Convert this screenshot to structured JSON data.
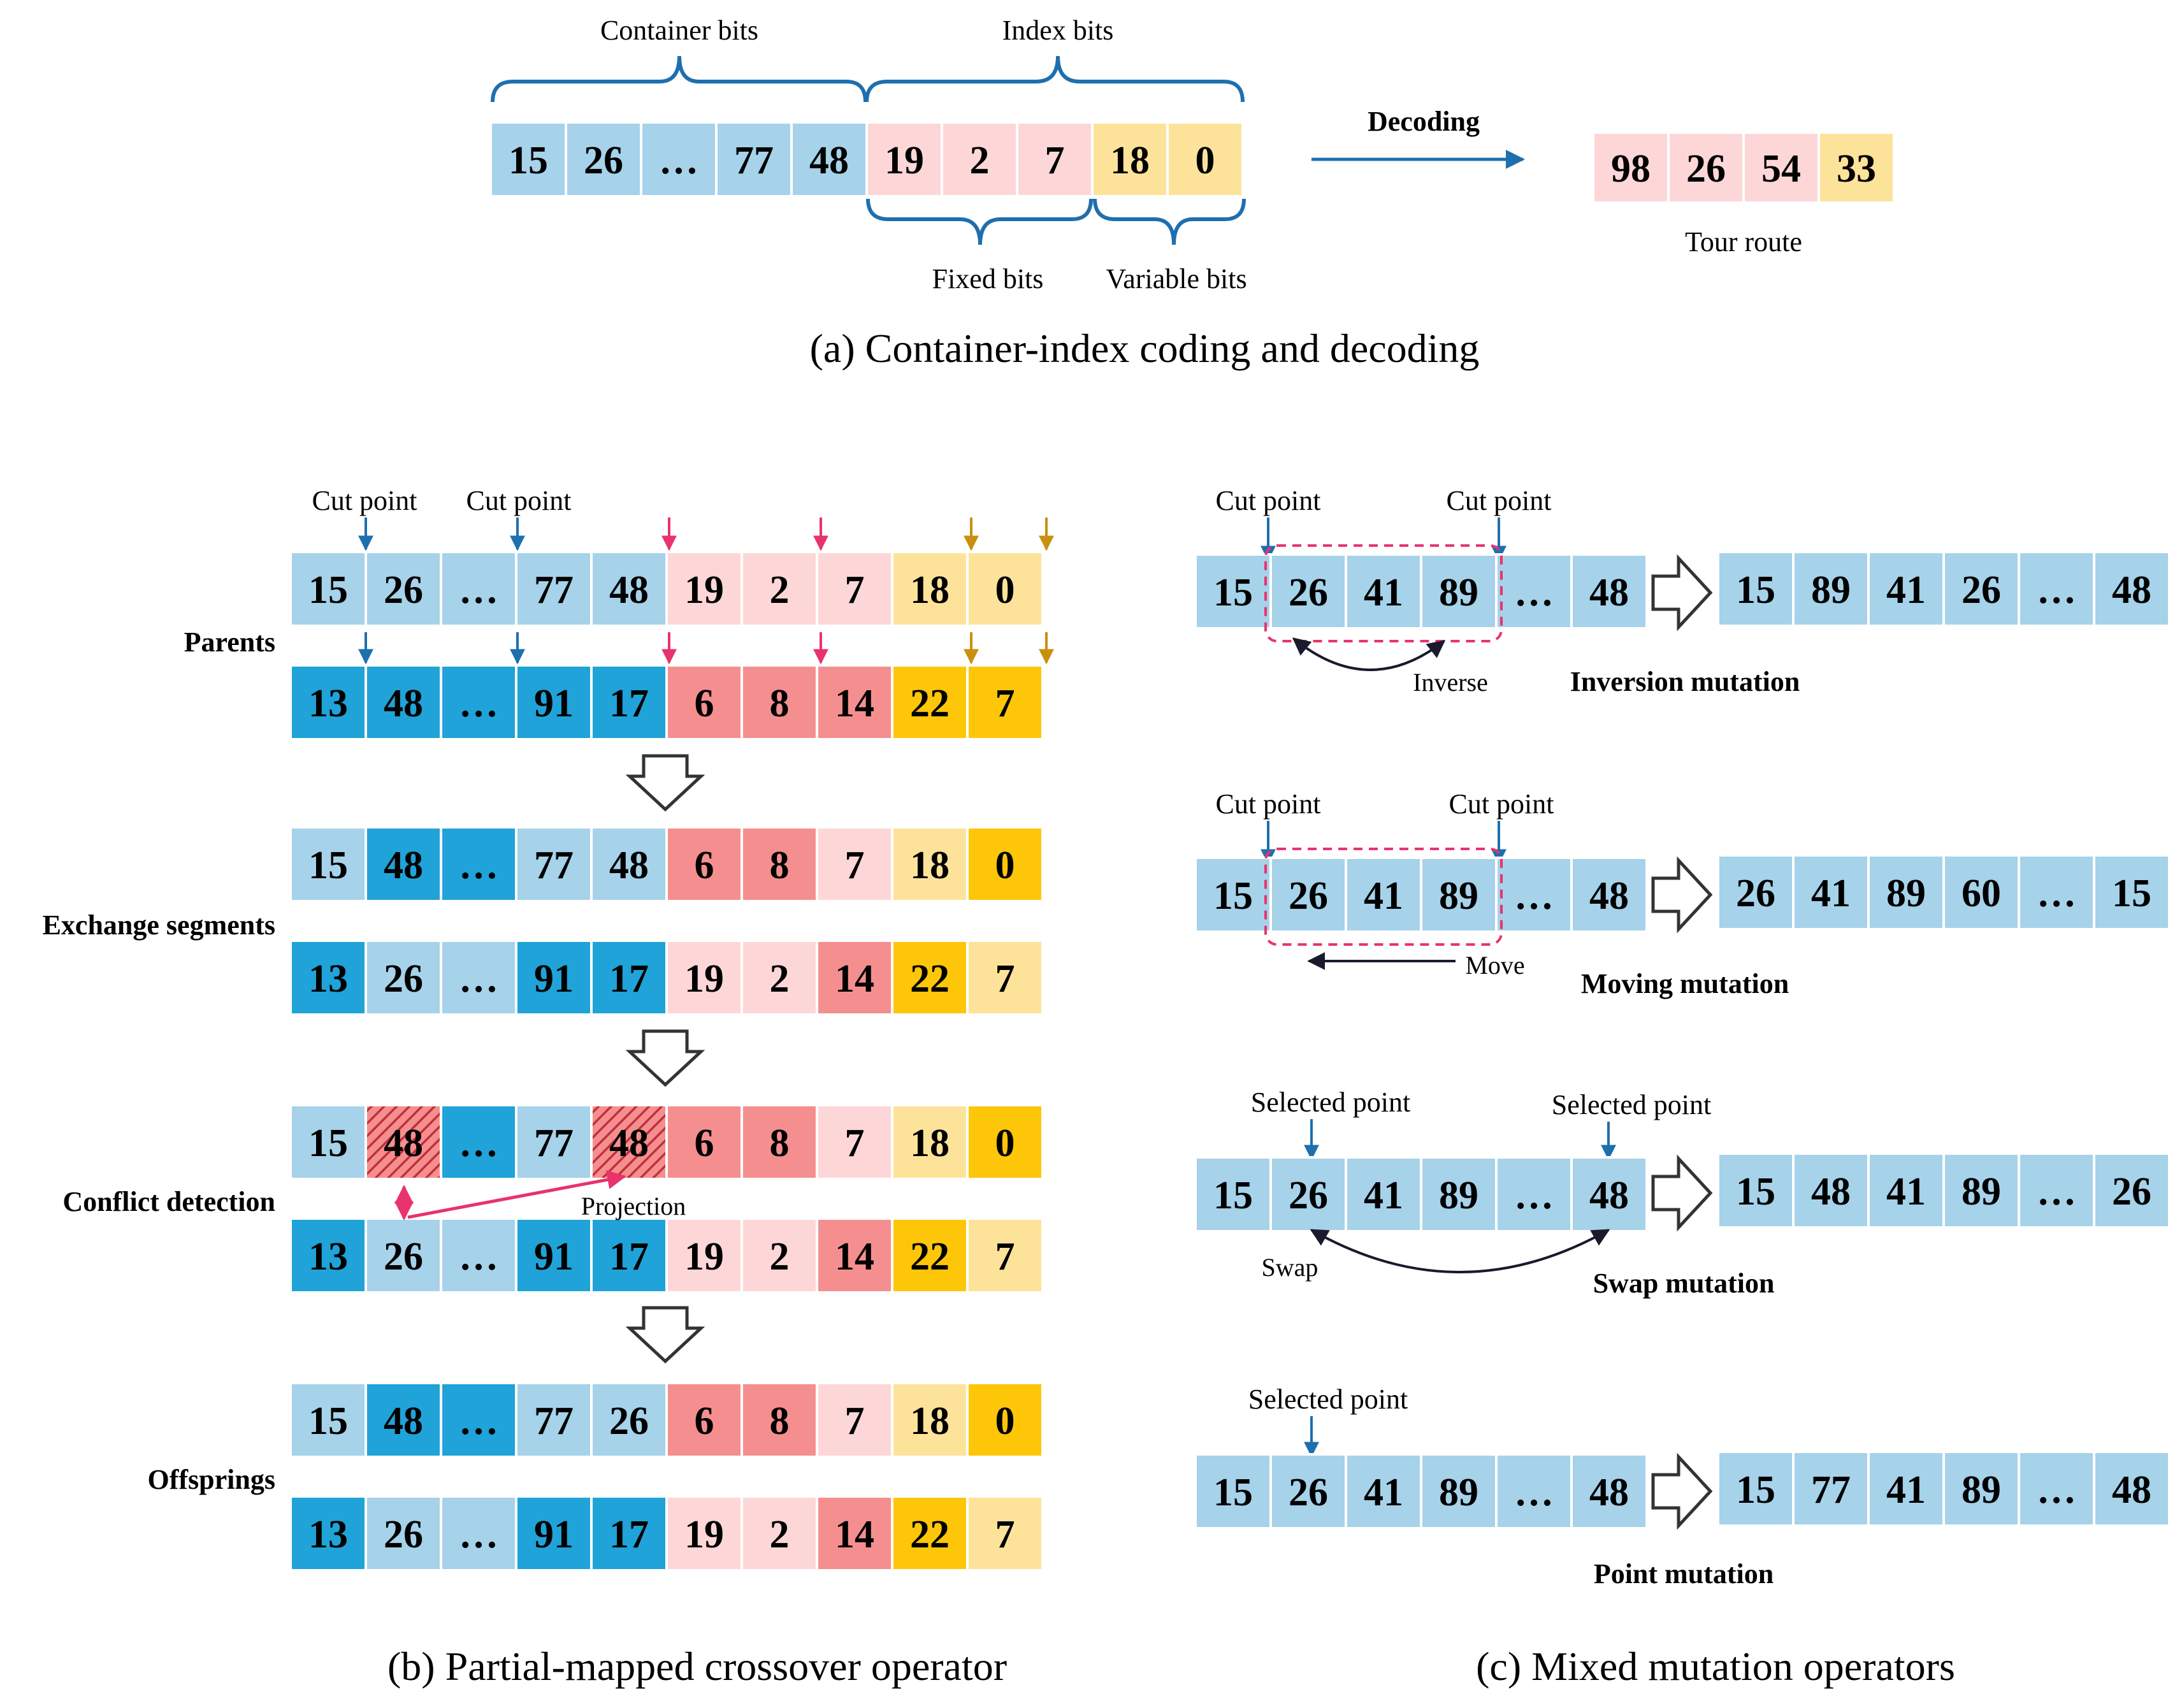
{
  "colors": {
    "light_blue": "#a6d2ea",
    "dark_blue": "#1fa3d8",
    "light_pink": "#fdd7d7",
    "dark_pink": "#f58f8f",
    "light_yellow": "#fde39a",
    "dark_yellow": "#fec608",
    "arrow_blue": "#1e6fae",
    "arrow_pink": "#e8336d",
    "arrow_gold": "#c9900e",
    "dashed_pink": "#e8336d"
  },
  "panel_a": {
    "caption": "(a) Container-index coding and decoding",
    "container_label": "Container bits",
    "index_label": "Index bits",
    "fixed_label": "Fixed bits",
    "variable_label": "Variable bits",
    "decoding_label": "Decoding",
    "tour_label": "Tour route",
    "chromosome": [
      {
        "v": "15",
        "c": "lb"
      },
      {
        "v": "26",
        "c": "lb"
      },
      {
        "v": "…",
        "c": "lb"
      },
      {
        "v": "77",
        "c": "lb"
      },
      {
        "v": "48",
        "c": "lb"
      },
      {
        "v": "19",
        "c": "lp"
      },
      {
        "v": "2",
        "c": "lp"
      },
      {
        "v": "7",
        "c": "lp"
      },
      {
        "v": "18",
        "c": "ly"
      },
      {
        "v": "0",
        "c": "ly"
      }
    ],
    "route": [
      {
        "v": "98",
        "c": "lp"
      },
      {
        "v": "26",
        "c": "lp"
      },
      {
        "v": "54",
        "c": "lp"
      },
      {
        "v": "33",
        "c": "ly"
      }
    ]
  },
  "panel_b": {
    "caption": "(b) Partial-mapped crossover operator",
    "cut_label_1": "Cut point",
    "cut_label_2": "Cut point",
    "stage_parents": "Parents",
    "stage_exchange": "Exchange segments",
    "stage_conflict": "Conflict detection",
    "stage_offsprings": "Offsprings",
    "projection_label": "Projection",
    "rows": [
      [
        {
          "v": "15",
          "c": "lb"
        },
        {
          "v": "26",
          "c": "lb"
        },
        {
          "v": "…",
          "c": "lb"
        },
        {
          "v": "77",
          "c": "lb"
        },
        {
          "v": "48",
          "c": "lb"
        },
        {
          "v": "19",
          "c": "lp"
        },
        {
          "v": "2",
          "c": "lp"
        },
        {
          "v": "7",
          "c": "lp"
        },
        {
          "v": "18",
          "c": "ly"
        },
        {
          "v": "0",
          "c": "ly"
        }
      ],
      [
        {
          "v": "13",
          "c": "db"
        },
        {
          "v": "48",
          "c": "db"
        },
        {
          "v": "…",
          "c": "db"
        },
        {
          "v": "91",
          "c": "db"
        },
        {
          "v": "17",
          "c": "db"
        },
        {
          "v": "6",
          "c": "dp"
        },
        {
          "v": "8",
          "c": "dp"
        },
        {
          "v": "14",
          "c": "dp"
        },
        {
          "v": "22",
          "c": "dy"
        },
        {
          "v": "7",
          "c": "dy"
        }
      ],
      [
        {
          "v": "15",
          "c": "lb"
        },
        {
          "v": "48",
          "c": "db"
        },
        {
          "v": "…",
          "c": "db"
        },
        {
          "v": "77",
          "c": "lb"
        },
        {
          "v": "48",
          "c": "lb"
        },
        {
          "v": "6",
          "c": "dp"
        },
        {
          "v": "8",
          "c": "dp"
        },
        {
          "v": "7",
          "c": "lp"
        },
        {
          "v": "18",
          "c": "ly"
        },
        {
          "v": "0",
          "c": "dy"
        }
      ],
      [
        {
          "v": "13",
          "c": "db"
        },
        {
          "v": "26",
          "c": "lb"
        },
        {
          "v": "…",
          "c": "lb"
        },
        {
          "v": "91",
          "c": "db"
        },
        {
          "v": "17",
          "c": "db"
        },
        {
          "v": "19",
          "c": "lp"
        },
        {
          "v": "2",
          "c": "lp"
        },
        {
          "v": "14",
          "c": "dp"
        },
        {
          "v": "22",
          "c": "dy"
        },
        {
          "v": "7",
          "c": "ly"
        }
      ],
      [
        {
          "v": "15",
          "c": "lb"
        },
        {
          "v": "48",
          "c": "hatch"
        },
        {
          "v": "…",
          "c": "db"
        },
        {
          "v": "77",
          "c": "lb"
        },
        {
          "v": "48",
          "c": "hatch"
        },
        {
          "v": "6",
          "c": "dp"
        },
        {
          "v": "8",
          "c": "dp"
        },
        {
          "v": "7",
          "c": "lp"
        },
        {
          "v": "18",
          "c": "ly"
        },
        {
          "v": "0",
          "c": "dy"
        }
      ],
      [
        {
          "v": "13",
          "c": "db"
        },
        {
          "v": "26",
          "c": "lb"
        },
        {
          "v": "…",
          "c": "lb"
        },
        {
          "v": "91",
          "c": "db"
        },
        {
          "v": "17",
          "c": "db"
        },
        {
          "v": "19",
          "c": "lp"
        },
        {
          "v": "2",
          "c": "lp"
        },
        {
          "v": "14",
          "c": "dp"
        },
        {
          "v": "22",
          "c": "dy"
        },
        {
          "v": "7",
          "c": "ly"
        }
      ],
      [
        {
          "v": "15",
          "c": "lb"
        },
        {
          "v": "48",
          "c": "db"
        },
        {
          "v": "…",
          "c": "db"
        },
        {
          "v": "77",
          "c": "lb"
        },
        {
          "v": "26",
          "c": "lb"
        },
        {
          "v": "6",
          "c": "dp"
        },
        {
          "v": "8",
          "c": "dp"
        },
        {
          "v": "7",
          "c": "lp"
        },
        {
          "v": "18",
          "c": "ly"
        },
        {
          "v": "0",
          "c": "dy"
        }
      ],
      [
        {
          "v": "13",
          "c": "db"
        },
        {
          "v": "26",
          "c": "lb"
        },
        {
          "v": "…",
          "c": "lb"
        },
        {
          "v": "91",
          "c": "db"
        },
        {
          "v": "17",
          "c": "db"
        },
        {
          "v": "19",
          "c": "lp"
        },
        {
          "v": "2",
          "c": "lp"
        },
        {
          "v": "14",
          "c": "dp"
        },
        {
          "v": "22",
          "c": "dy"
        },
        {
          "v": "7",
          "c": "ly"
        }
      ]
    ]
  },
  "panel_c": {
    "caption": "(c) Mixed mutation operators",
    "inversion": {
      "cut_label_1": "Cut point",
      "cut_label_2": "Cut point",
      "arc_label": "Inverse",
      "title": "Inversion mutation",
      "before": [
        "15",
        "26",
        "41",
        "89",
        "…",
        "48"
      ],
      "after": [
        "15",
        "89",
        "41",
        "26",
        "…",
        "48"
      ]
    },
    "moving": {
      "cut_label_1": "Cut point",
      "cut_label_2": "Cut point",
      "arc_label": "Move",
      "title": "Moving mutation",
      "before": [
        "15",
        "26",
        "41",
        "89",
        "…",
        "48"
      ],
      "after": [
        "26",
        "41",
        "89",
        "60",
        "…",
        "15"
      ]
    },
    "swap": {
      "sel_label_1": "Selected point",
      "sel_label_2": "Selected point",
      "arc_label": "Swap",
      "title": "Swap mutation",
      "before": [
        "15",
        "26",
        "41",
        "89",
        "…",
        "48"
      ],
      "after": [
        "15",
        "48",
        "41",
        "89",
        "…",
        "26"
      ]
    },
    "point": {
      "sel_label": "Selected point",
      "title": "Point mutation",
      "before": [
        "15",
        "26",
        "41",
        "89",
        "…",
        "48"
      ],
      "after": [
        "15",
        "77",
        "41",
        "89",
        "…",
        "48"
      ]
    }
  }
}
